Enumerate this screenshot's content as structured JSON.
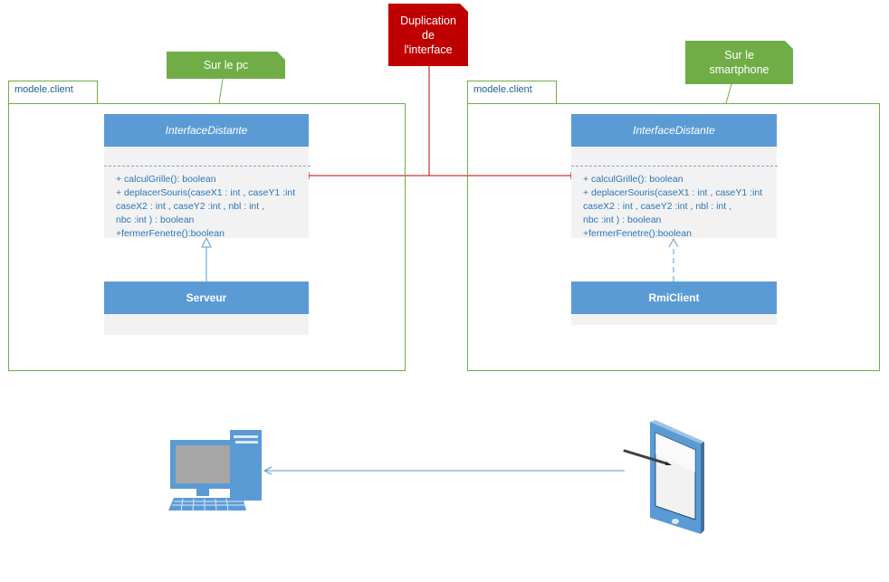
{
  "notes": {
    "pc": "Sur le pc",
    "smartphone_line1": "Sur le",
    "smartphone_line2": "smartphone",
    "duplication_line1": "Duplication",
    "duplication_line2": "de",
    "duplication_line3": "l'interface"
  },
  "packages": {
    "left": {
      "label": "modele.client"
    },
    "right": {
      "label": "modele.client"
    }
  },
  "classes": {
    "left_interface": {
      "name": "InterfaceDistante",
      "ops": [
        "+ calculGrille(): boolean",
        "+ deplacerSouris(caseX1 : int , caseY1 :int",
        "caseX2 : int , caseY2 :int , nbl : int ,",
        "nbc :int  ) : boolean",
        "+fermerFenetre():boolean"
      ]
    },
    "right_interface": {
      "name": "InterfaceDistante",
      "ops": [
        "+ calculGrille(): boolean",
        "+ deplacerSouris(caseX1 : int , caseY1 :int",
        "caseX2 : int , caseY2 :int , nbl : int ,",
        "nbc :int  ) : boolean",
        "+fermerFenetre():boolean"
      ]
    },
    "server": {
      "name": "Serveur"
    },
    "client": {
      "name": "RmiClient"
    }
  },
  "icons": {
    "computer": "desktop-computer-icon",
    "phone": "smartphone-with-stylus-icon"
  },
  "colors": {
    "class_header": "#5b9bd5",
    "package_border": "#70ad47",
    "note_green": "#70ad47",
    "note_red": "#c00000",
    "operation_text": "#2e75b6"
  }
}
